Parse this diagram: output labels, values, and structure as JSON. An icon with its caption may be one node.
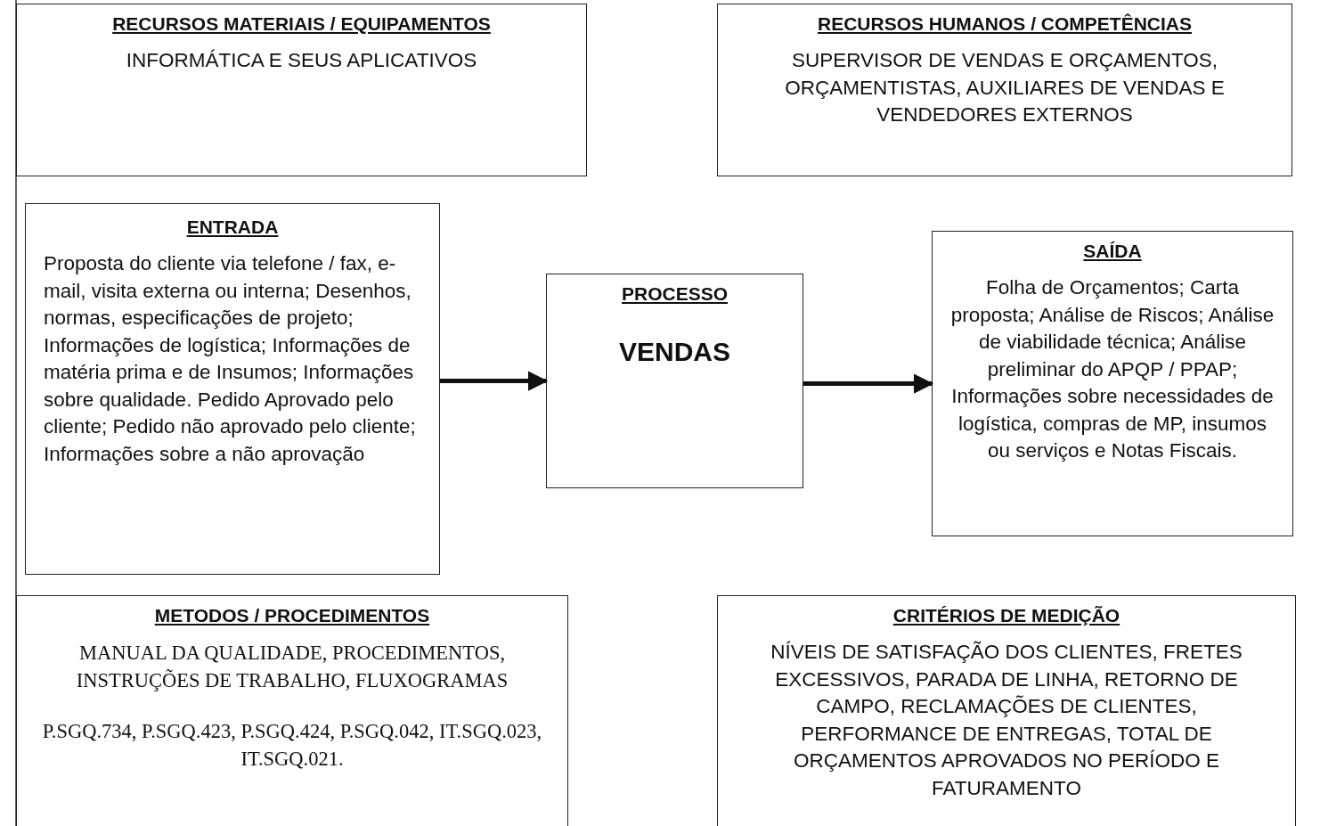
{
  "diagram": {
    "nodes": [
      {
        "text": [
          "RECURSOS MATERIAIS / EQUIPAMENTOS",
          "INFORMÁTICA E SEUS APLICATIVOS"
        ]
      },
      {
        "text": [
          "RECURSOS HUMANOS / COMPETÊNCIAS",
          "SUPERVISOR DE VENDAS E ORÇAMENTOS, ORÇAMENTISTAS, AUXILIARES DE VENDAS E VENDEDORES EXTERNOS"
        ]
      },
      {
        "text": [
          "ENTRADA",
          "Proposta do cliente via telefone / fax, e-mail, visita externa ou interna; Desenhos, normas, especificações de projeto; Informações de logística; Informações de matéria prima e de Insumos; Informações sobre qualidade. Pedido Aprovado pelo cliente; Pedido não aprovado pelo cliente; Informações sobre a não aprovação"
        ]
      },
      {
        "text": [
          "PROCESSO",
          "VENDAS"
        ]
      },
      {
        "text": [
          "SAÍDA",
          "Folha de Orçamentos; Carta proposta; Análise de Riscos; Análise de viabilidade técnica; Análise preliminar do APQP / PPAP; Informações sobre necessidades de logística, compras de MP, insumos ou serviços e Notas Fiscais."
        ]
      },
      {
        "text": [
          "METODOS / PROCEDIMENTOS",
          "MANUAL DA QUALIDADE, PROCEDIMENTOS, INSTRUÇÕES DE TRABALHO, FLUXOGRAMAS",
          "P.SGQ.734, P.SGQ.423, P.SGQ.424, P.SGQ.042, IT.SGQ.023, IT.SGQ.021."
        ]
      },
      {
        "text": [
          "CRITÉRIOS DE MEDIÇÃO",
          "NÍVEIS DE SATISFAÇÃO DOS CLIENTES, FRETES EXCESSIVOS, PARADA DE LINHA, RETORNO DE CAMPO, RECLAMAÇÕES DE CLIENTES, PERFORMANCE DE ENTREGAS, TOTAL DE ORÇAMENTOS APROVADOS NO PERÍODO E FATURAMENTO"
        ]
      }
    ],
    "edges": [
      {
        "from": 2,
        "to": 3,
        "arrow": "to"
      },
      {
        "from": 3,
        "to": 4,
        "arrow": "to"
      }
    ]
  }
}
